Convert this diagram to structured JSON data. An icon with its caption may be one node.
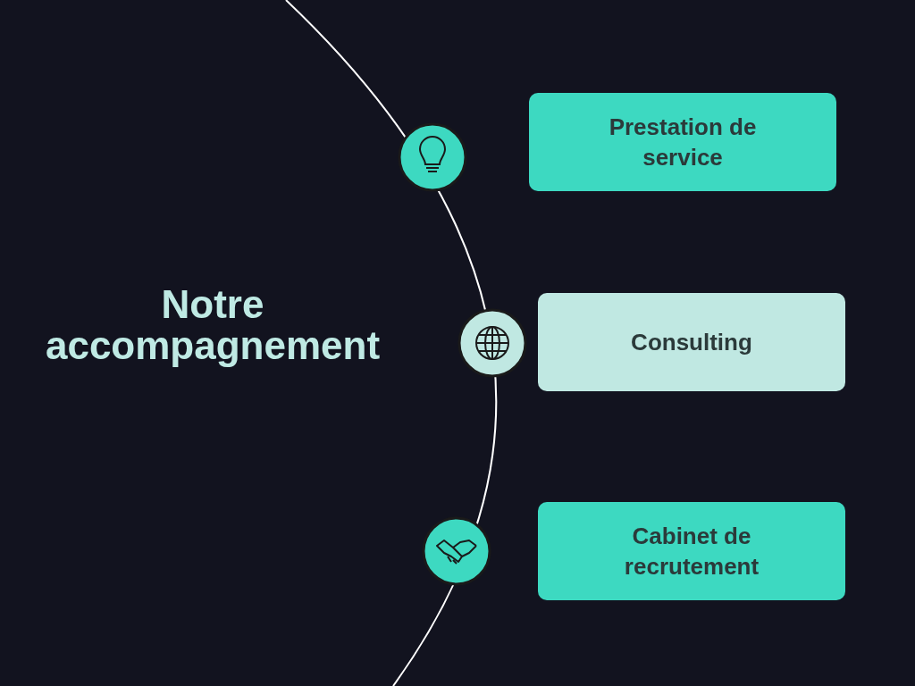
{
  "diagram": {
    "title": "Notre accompagnement",
    "nodes": [
      {
        "text": [
          "Prestation de service"
        ]
      },
      {
        "text": [
          "Consulting"
        ]
      },
      {
        "text": [
          "Cabinet de recrutement"
        ]
      }
    ]
  }
}
